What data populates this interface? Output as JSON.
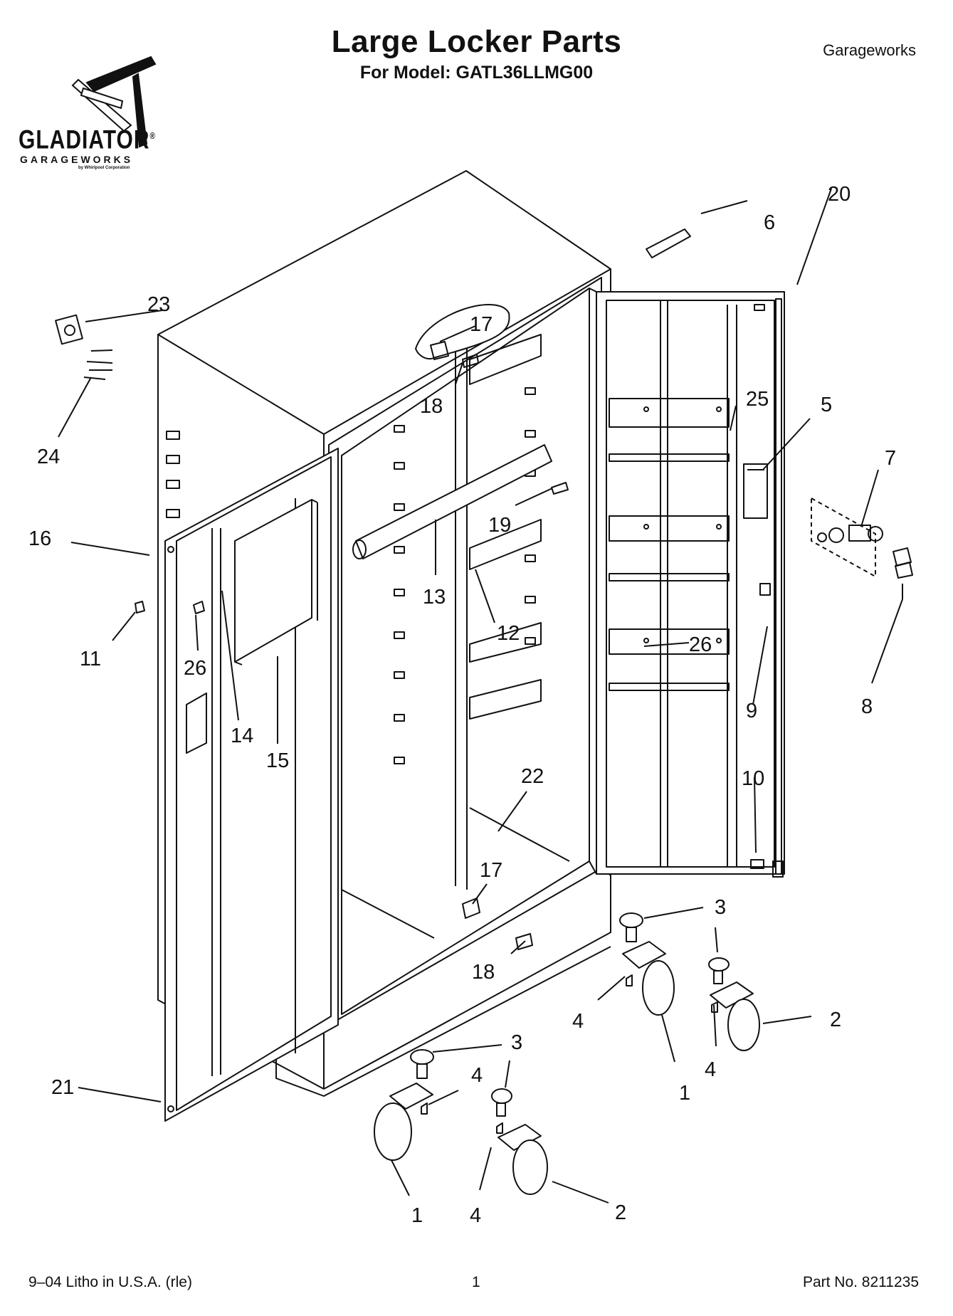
{
  "header": {
    "title": "Large Locker Parts",
    "subtitle": "For Model: GATL36LLMG00",
    "brand_right": "Garageworks"
  },
  "logo": {
    "name": "GLADIATOR",
    "mark": "®",
    "sub": "GARAGEWORKS",
    "tiny": "by Whirlpool Corporation"
  },
  "callouts": {
    "p1a": "1",
    "p1b": "1",
    "p2a": "2",
    "p2b": "2",
    "p3a": "3",
    "p3b": "3",
    "p4a": "4",
    "p4b": "4",
    "p4c": "4",
    "p4d": "4",
    "p5": "5",
    "p6": "6",
    "p7": "7",
    "p8": "8",
    "p9": "9",
    "p10": "10",
    "p11": "11",
    "p12": "12",
    "p13": "13",
    "p14": "14",
    "p15": "15",
    "p16": "16",
    "p17a": "17",
    "p17b": "17",
    "p18a": "18",
    "p18b": "18",
    "p19": "19",
    "p20": "20",
    "p21": "21",
    "p22": "22",
    "p23": "23",
    "p24": "24",
    "p25": "25",
    "p26a": "26",
    "p26b": "26"
  },
  "footer": {
    "left": "9–04 Litho in U.S.A. (rle)",
    "page": "1",
    "part_no": "Part No. 8211235"
  },
  "colors": {
    "ink": "#111111",
    "paper": "#ffffff"
  }
}
